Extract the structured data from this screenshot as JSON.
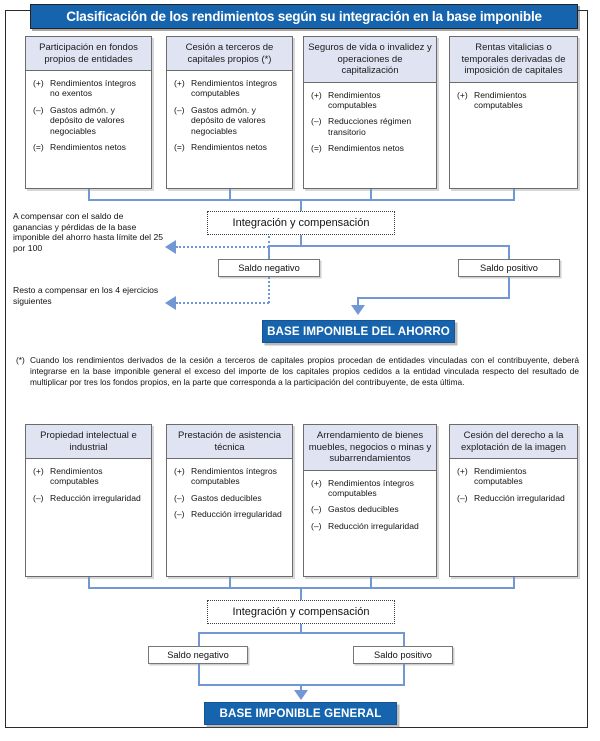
{
  "title": "Clasificación de los rendimientos según su integración en la base imponible",
  "savings_section": {
    "boxes": [
      {
        "header": "Participación en fondos propios de entidades",
        "items": [
          {
            "sign": "(+)",
            "text": "Rendimientos íntegros no exentos"
          },
          {
            "sign": "(–)",
            "text": "Gastos admón. y depósito de valores negociables"
          },
          {
            "sign": "(=)",
            "text": "Rendimientos netos"
          }
        ]
      },
      {
        "header": "Cesión a terceros de capitales propios (*)",
        "items": [
          {
            "sign": "(+)",
            "text": "Rendimientos íntegros computables"
          },
          {
            "sign": "(–)",
            "text": "Gastos admón. y depósito de valores negociables"
          },
          {
            "sign": "(=)",
            "text": "Rendimientos netos"
          }
        ]
      },
      {
        "header": "Seguros de vida o invalidez y operaciones de capitalización",
        "items": [
          {
            "sign": "(+)",
            "text": "Rendimientos computables"
          },
          {
            "sign": "(–)",
            "text": "Reducciones régimen transitorio"
          },
          {
            "sign": "(=)",
            "text": "Rendimientos netos"
          }
        ]
      },
      {
        "header": "Rentas vitalicias o temporales derivadas de imposición de capitales",
        "items": [
          {
            "sign": "(+)",
            "text": "Rendimientos computables"
          }
        ]
      }
    ],
    "integration_label": "Integración y compensación",
    "saldo_negativo": "Saldo negativo",
    "saldo_positivo": "Saldo positivo",
    "result": "BASE IMPONIBLE DEL AHORRO",
    "note_1": "A compensar con el saldo de ganancias y pérdidas de la base imponible del ahorro hasta límite del 25 por 100",
    "note_2": "Resto a compensar en los 4 ejercicios siguientes"
  },
  "footnote": {
    "mark": "(*)",
    "text": "Cuando los rendimientos derivados de la cesión a terceros de capitales propios procedan de entidades vinculadas con el contribuyente, deberá integrarse en la base imponible general el exceso del importe de los capitales propios cedidos a la entidad vinculada respecto del resultado de multiplicar por tres los fondos propios, en la parte que corresponda a la participación del contribuyente, de esta última."
  },
  "general_section": {
    "boxes": [
      {
        "header": "Propiedad intelectual e industrial",
        "items": [
          {
            "sign": "(+)",
            "text": "Rendimientos computables"
          },
          {
            "sign": "(–)",
            "text": "Reducción irregularidad"
          }
        ]
      },
      {
        "header": "Prestación de asistencia técnica",
        "items": [
          {
            "sign": "(+)",
            "text": "Rendimientos íntegros computables"
          },
          {
            "sign": "(–)",
            "text": "Gastos deducibles"
          },
          {
            "sign": "(–)",
            "text": "Reducción irregularidad"
          }
        ]
      },
      {
        "header": "Arrendamiento de bienes muebles, negocios o minas y subarrendamientos",
        "items": [
          {
            "sign": "(+)",
            "text": "Rendimientos íntegros computables"
          },
          {
            "sign": "(–)",
            "text": "Gastos deducibles"
          },
          {
            "sign": "(–)",
            "text": "Reducción irregularidad"
          }
        ]
      },
      {
        "header": "Cesión del derecho a la explotación de la imagen",
        "items": [
          {
            "sign": "(+)",
            "text": "Rendimientos computables"
          },
          {
            "sign": "(–)",
            "text": "Reducción irregularidad"
          }
        ]
      }
    ],
    "integration_label": "Integración y compensación",
    "saldo_negativo": "Saldo negativo",
    "saldo_positivo": "Saldo positivo",
    "result": "BASE IMPONIBLE GENERAL"
  },
  "colors": {
    "brand_blue": "#1664ad",
    "connector_blue": "#7197d4",
    "box_header": "#dfe3f2"
  }
}
